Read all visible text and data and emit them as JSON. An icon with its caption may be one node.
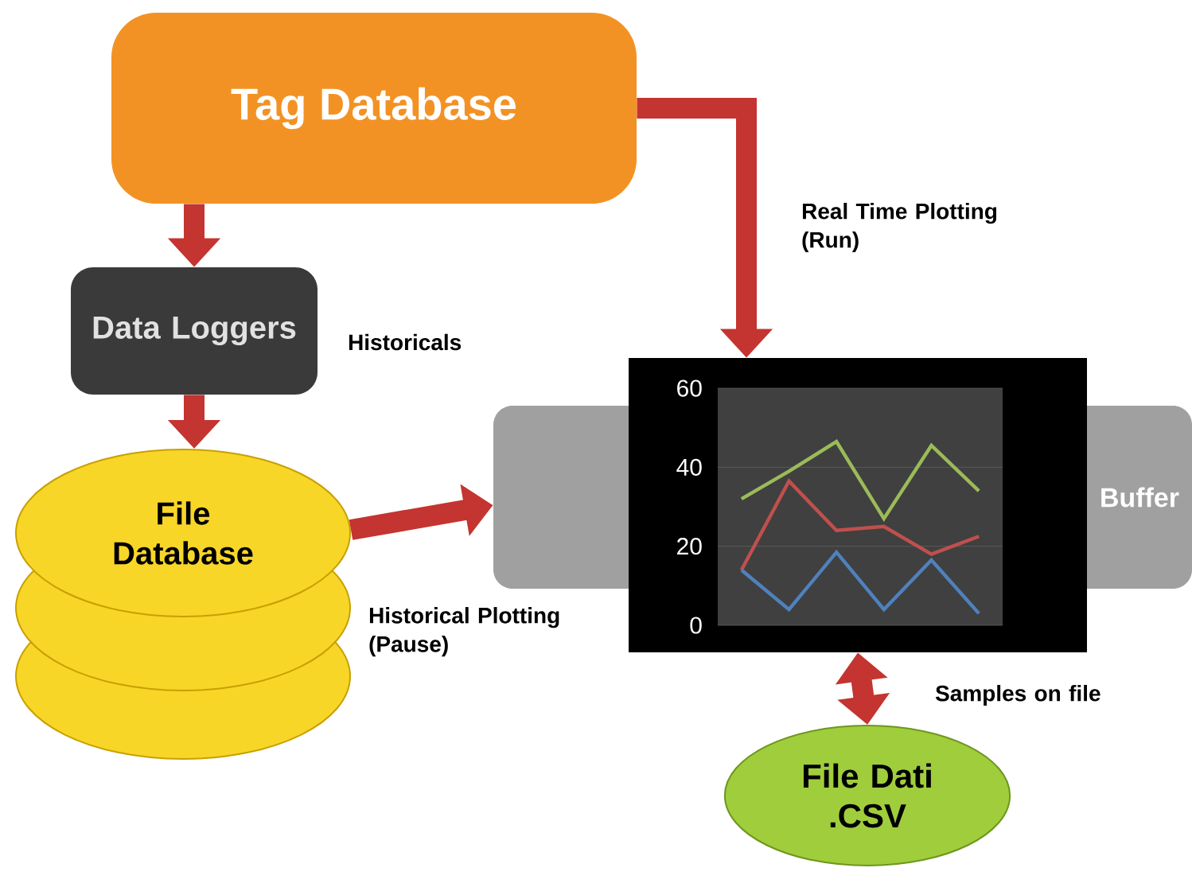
{
  "diagram": {
    "nodes": [
      {
        "text": [
          "Tag Database"
        ]
      },
      {
        "text": [
          "Data Loggers"
        ],
        "beside": [
          "Historicals"
        ]
      },
      {
        "text": [
          "File Database"
        ]
      },
      {
        "text": [
          "Buffer"
        ]
      },
      {
        "text": [],
        "shape": "box"
      },
      {
        "text": [
          "File Dati .CSV"
        ]
      }
    ],
    "edges": [
      {
        "from": 0,
        "to": 1,
        "arrow": "to"
      },
      {
        "from": 0,
        "to": 4,
        "arrow": "to",
        "label": "Real Time Plotting (Run)"
      },
      {
        "from": 1,
        "to": 2,
        "arrow": "to"
      },
      {
        "from": 2,
        "to": 3,
        "arrow": "to",
        "label": "Historical Plotting (Pause)"
      },
      {
        "from": 4,
        "to": 5,
        "arrow": "both",
        "label": "Samples on file"
      }
    ],
    "chart_data": {
      "type": "line",
      "categories": [
        null,
        null,
        null,
        null,
        null,
        null
      ],
      "ylim": [
        0,
        60
      ],
      "yticks": [
        0,
        20,
        40,
        60
      ],
      "series": [
        {
          "color": "#9bbb59",
          "values": [
            32,
            39,
            46.5,
            27,
            45.5,
            34
          ]
        },
        {
          "color": "#c0504d",
          "values": [
            14,
            36.5,
            24,
            25,
            18,
            22.5
          ]
        },
        {
          "color": "#4f81bd",
          "values": [
            14,
            4,
            18.5,
            4,
            16.5,
            3
          ]
        }
      ]
    }
  }
}
